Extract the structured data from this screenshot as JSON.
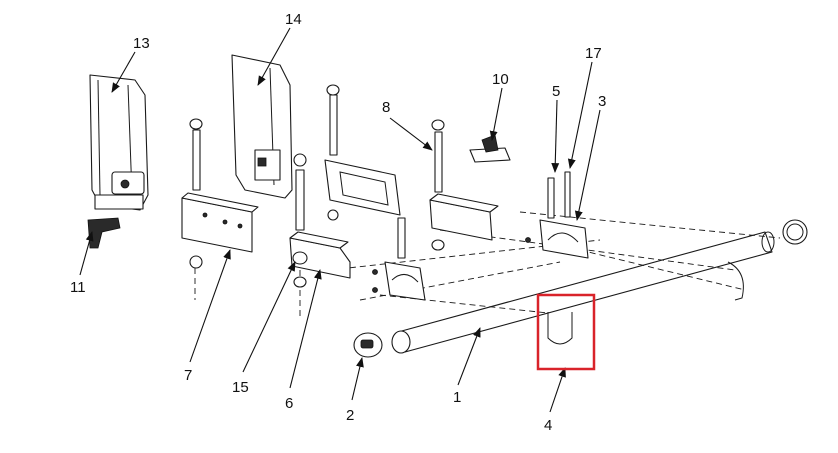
{
  "callouts": {
    "c1": "1",
    "c2": "2",
    "c3": "3",
    "c4": "4",
    "c5": "5",
    "c6": "6",
    "c7": "7",
    "c8": "8",
    "c10": "10",
    "c11": "11",
    "c13": "13",
    "c14": "14",
    "c15": "15",
    "c17": "17"
  },
  "colors": {
    "line": "#1a1a1a",
    "highlight": "#d9232a",
    "background": "#ffffff"
  },
  "highlight": {
    "target_callout": "4"
  }
}
